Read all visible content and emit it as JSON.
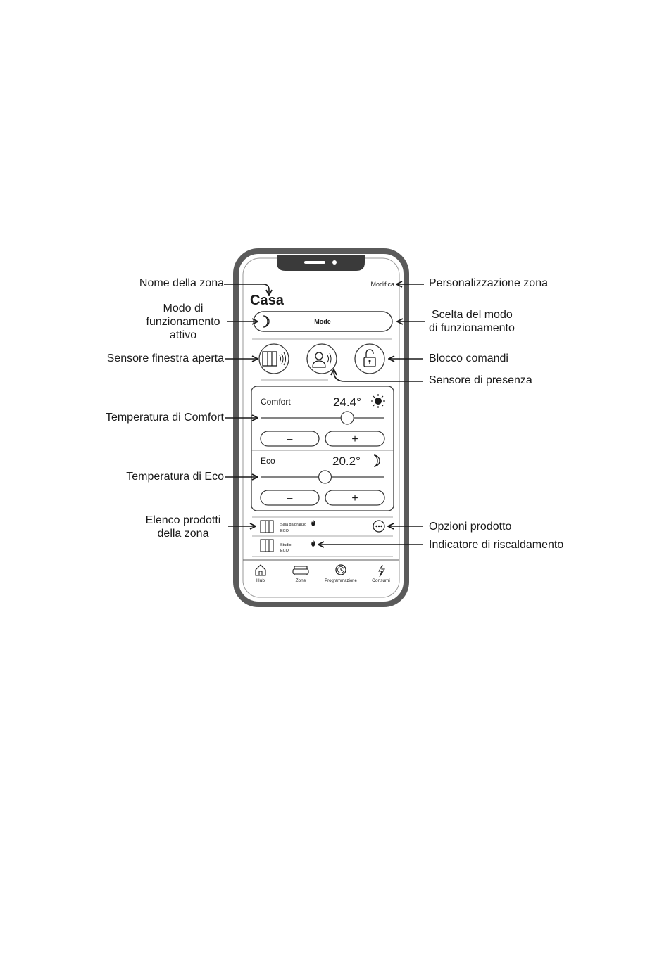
{
  "app": {
    "title": "Casa",
    "edit_label": "Modifica",
    "mode_label": "Mode",
    "comfort": {
      "label": "Comfort",
      "temperature": "24.4°",
      "slider_fraction": 0.7,
      "minus": "–",
      "plus": "+"
    },
    "eco": {
      "label": "Eco",
      "temperature": "20.2°",
      "slider_fraction": 0.52,
      "minus": "–",
      "plus": "+"
    },
    "products": [
      {
        "name": "Sala da pranzo",
        "status": "ECO"
      },
      {
        "name": "Studio",
        "status": "ECO"
      }
    ],
    "nav": [
      {
        "label": "Hub",
        "icon": "home-icon"
      },
      {
        "label": "Zone",
        "icon": "sofa-icon"
      },
      {
        "label": "Programmazione",
        "icon": "clock-icon"
      },
      {
        "label": "Consumi",
        "icon": "lightning-icon"
      }
    ],
    "icons": {
      "mode": "moon-icon",
      "window_sensor": "window-sensor-icon",
      "presence_sensor": "presence-sensor-icon",
      "lock": "lock-icon",
      "comfort": "sun-icon",
      "eco": "moon-icon",
      "heating": "flame-icon",
      "options": "more-options-icon",
      "product": "radiator-icon"
    }
  },
  "callouts": {
    "zone_name": "Nome della zona",
    "active_mode": [
      "Modo di",
      "funzionamento",
      "attivo"
    ],
    "window_sensor": "Sensore finestra aperta",
    "comfort_temp": "Temperatura di Comfort",
    "eco_temp": "Temperatura di Eco",
    "product_list": [
      "Elenco prodotti",
      "della zona"
    ],
    "customize_zone": "Personalizzazione zona",
    "mode_choice": [
      "Scelta del modo",
      "di funzionamento"
    ],
    "lock": "Blocco comandi",
    "presence_sensor": "Sensore di presenza",
    "product_options": "Opzioni prodotto",
    "heating_indicator": "Indicatore di riscaldamento"
  }
}
